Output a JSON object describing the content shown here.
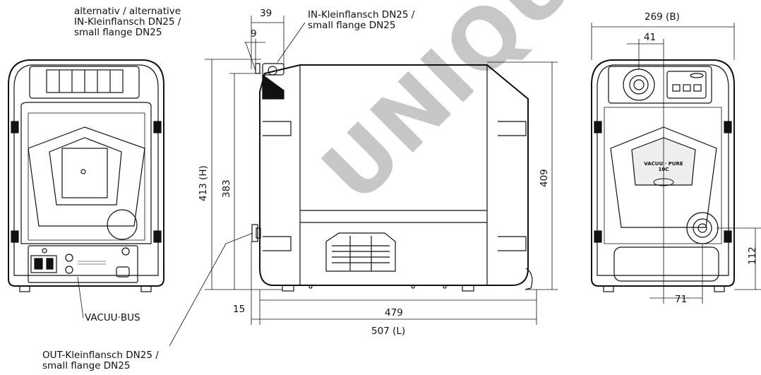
{
  "labels": {
    "alt_line1": "alternativ / alternative",
    "alt_line2": "IN-Kleinflansch DN25 /",
    "alt_line3": "small flange DN25",
    "in_line1": "IN-Kleinflansch DN25 /",
    "in_line2": "small flange DN25",
    "vacuu_bus": "VACUU·BUS",
    "out_line1": "OUT-Kleinflansch DN25 /",
    "out_line2": "small flange DN25"
  },
  "dimensions": {
    "d39": "39",
    "d9": "9",
    "h413": "413 (H)",
    "d383": "383",
    "d409": "409",
    "d15": "15",
    "d479": "479",
    "l507": "507 (L)",
    "b269": "269 (B)",
    "d41": "41",
    "d71": "71",
    "d112": "112"
  },
  "product": {
    "name_line1": "VACUU · PURE",
    "name_line2": "10C"
  },
  "watermark": "UNIQUE DU"
}
